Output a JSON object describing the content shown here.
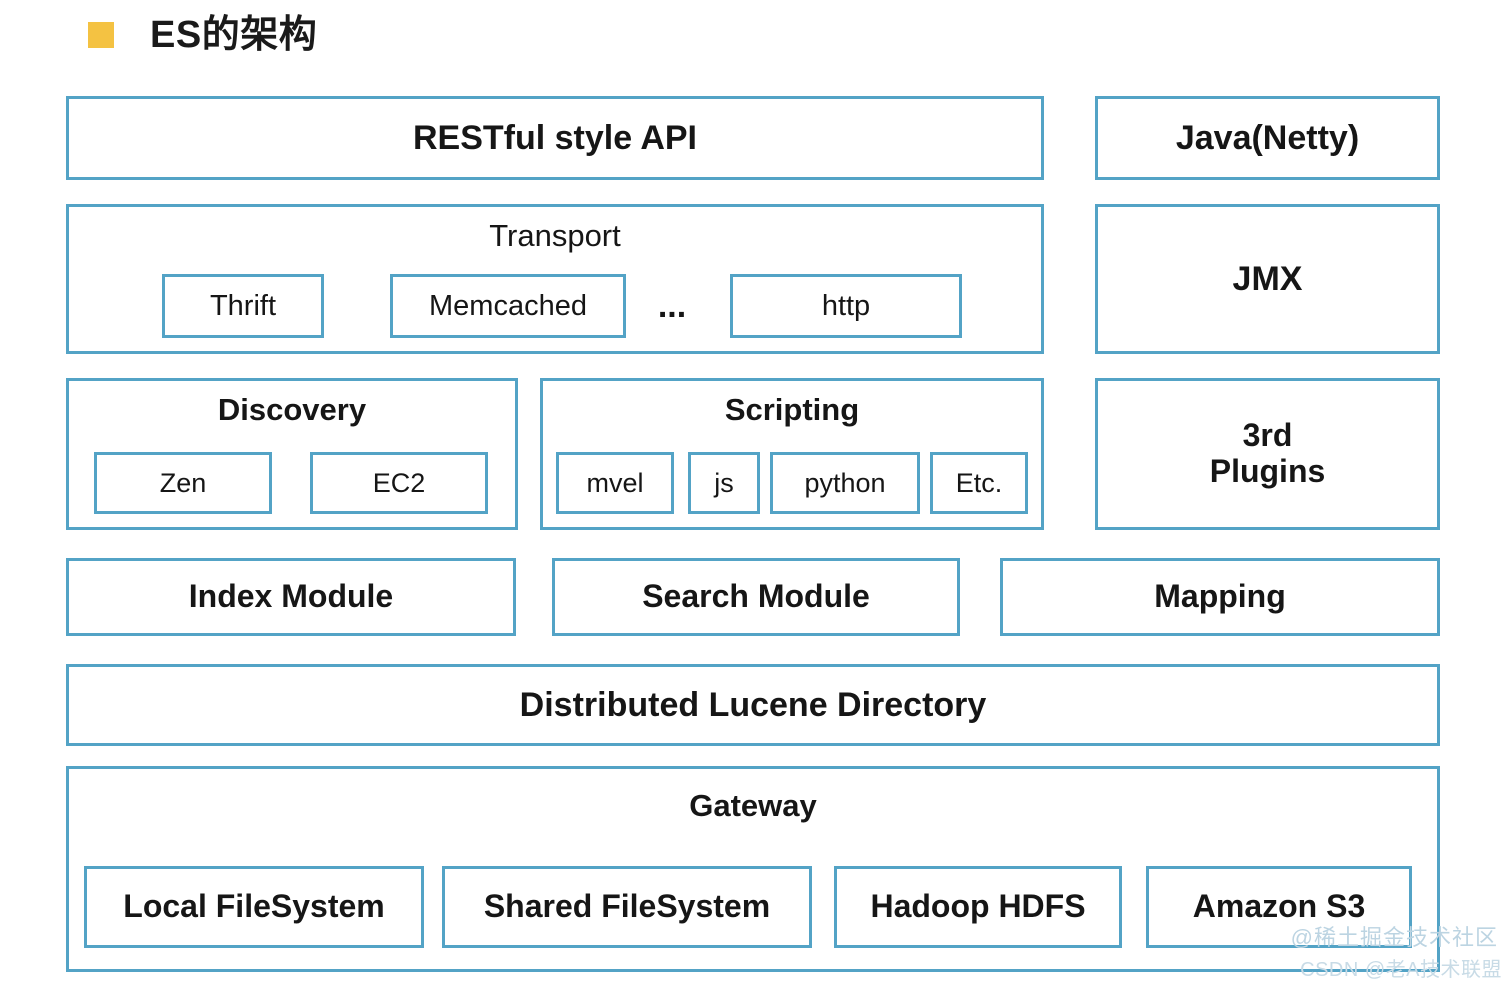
{
  "slide": {
    "title": "ES的架构",
    "bullet_color": "#f4c242",
    "border_color": "#53a3c6",
    "background_color": "#ffffff",
    "text_color": "#161616"
  },
  "layers": {
    "api": {
      "label": "RESTful style API",
      "side": "Java(Netty)"
    },
    "transport": {
      "label": "Transport",
      "items": [
        "Thrift",
        "Memcached",
        "http"
      ],
      "ellipsis": "...",
      "side": "JMX"
    },
    "discovery": {
      "label": "Discovery",
      "items": [
        "Zen",
        "EC2"
      ]
    },
    "scripting": {
      "label": "Scripting",
      "items": [
        "mvel",
        "js",
        "python",
        "Etc."
      ]
    },
    "plugins": {
      "side": "3rd\nPlugins"
    },
    "modules": {
      "index": "Index Module",
      "search": "Search Module",
      "mapping": "Mapping"
    },
    "lucene": {
      "label": "Distributed Lucene Directory"
    },
    "gateway": {
      "label": "Gateway",
      "items": [
        "Local FileSystem",
        "Shared FileSystem",
        "Hadoop HDFS",
        "Amazon S3"
      ]
    }
  },
  "watermarks": {
    "primary": "@稀土掘金技术社区",
    "secondary": "CSDN @老A技术联盟"
  }
}
